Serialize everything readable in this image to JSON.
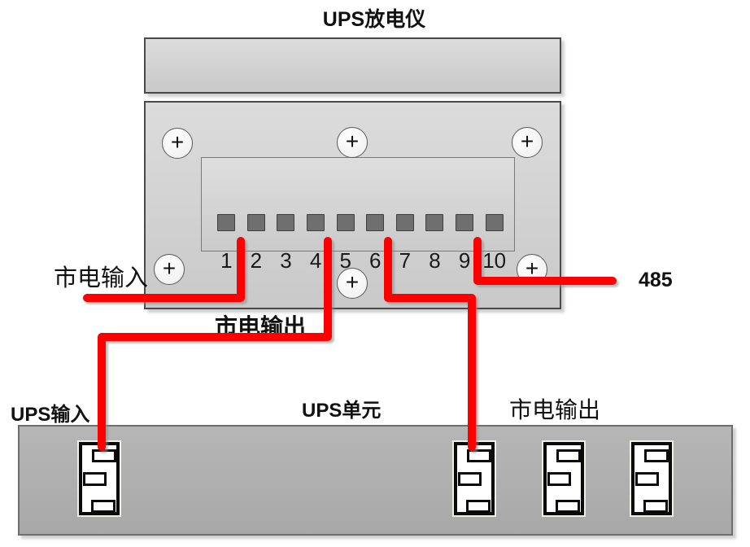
{
  "title": "UPS放电仪",
  "discharger": {
    "screw_symbol": "+",
    "terminal_numbers": [
      "1",
      "2",
      "3",
      "4",
      "5",
      "6",
      "7",
      "8",
      "9",
      "10"
    ]
  },
  "labels": {
    "mains_input": "市电输入",
    "mains_output_top": "市电输出",
    "rs485": "485",
    "ups_input": "UPS输入",
    "ups_unit": "UPS单元",
    "mains_output_bottom": "市电输出"
  },
  "colors": {
    "wire_red": "#FF0000",
    "panel_fill": "#D6D6D6",
    "terminal_square": "#6F6F6F",
    "unit_fill": "#B0B0B0"
  }
}
